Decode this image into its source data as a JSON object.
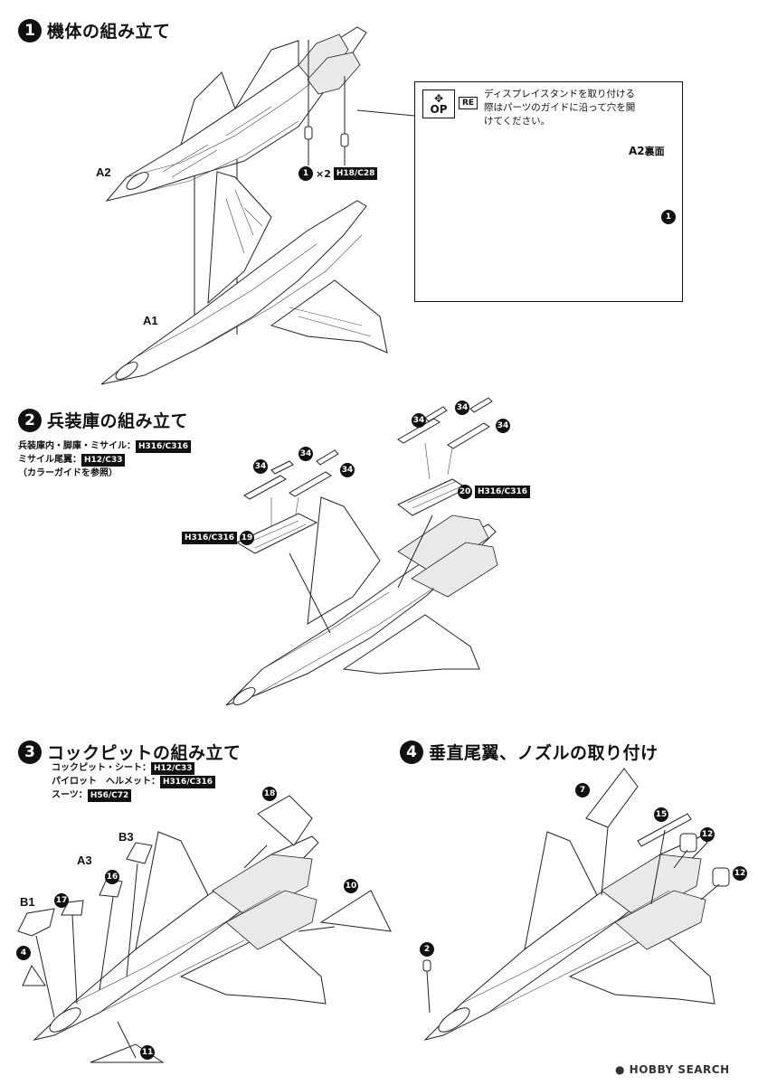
{
  "steps": [
    {
      "num": "1",
      "title": "機体の組み立て"
    },
    {
      "num": "2",
      "title": "兵装庫の組み立て"
    },
    {
      "num": "3",
      "title": "コックピットの組み立て"
    },
    {
      "num": "4",
      "title": "垂直尾翼、ノズルの取り付け"
    }
  ],
  "step1": {
    "label_a2": "A2",
    "label_a1": "A1",
    "qty_part": "1",
    "qty": "×2",
    "qty_code": "H18/C28",
    "option_box": {
      "icon_top": "✥",
      "icon_bottom": "OP",
      "re_tag": "RE",
      "text_line1": "ディスプレイスタンドを取り付ける",
      "text_line2": "際はパーツのガイドに沿って穴を開",
      "text_line3": "けてください。",
      "view_label": "A2",
      "view_sub": "裏面",
      "part": "1"
    }
  },
  "step2": {
    "notes": [
      {
        "text": "兵装庫内・脚庫・ミサイル：",
        "code": "H316/C316"
      },
      {
        "text": "ミサイル尾翼：",
        "code": "H12/C33"
      }
    ],
    "note_paren": "（カラーガイドを参照）",
    "parts": {
      "p34": "34",
      "p19": "19",
      "p20": "20"
    },
    "code_19": "H316/C316",
    "code_20": "H316/C316"
  },
  "step3": {
    "notes": [
      {
        "text": "コックピット・シート：",
        "code": "H12/C33"
      },
      {
        "text": "パイロット　ヘルメット：",
        "code": "H316/C316"
      },
      {
        "text": "スーツ：",
        "code": "H56/C72"
      }
    ],
    "labels": {
      "b3": "B3",
      "a3": "A3",
      "b1": "B1"
    },
    "parts": {
      "p16": "16",
      "p17": "17",
      "p4": "4",
      "p18": "18",
      "p10": "10",
      "p11": "11"
    }
  },
  "step4": {
    "parts": {
      "p7": "7",
      "p15": "15",
      "p12a": "12",
      "p12b": "12",
      "p2": "2"
    }
  },
  "watermark": "HOBBY SEARCH",
  "colors": {
    "ink": "#111111",
    "paper": "#ffffff"
  }
}
